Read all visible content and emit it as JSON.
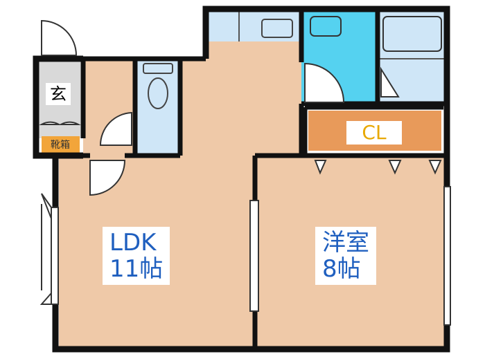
{
  "floorplan": {
    "rooms": {
      "ldk": {
        "name": "LDK",
        "size": "11帖"
      },
      "western": {
        "name": "洋室",
        "size": "8帖"
      },
      "closet": {
        "name": "CL"
      },
      "entrance": {
        "name": "玄"
      },
      "shoe_box": {
        "name": "靴箱"
      }
    },
    "colors": {
      "wall": "#111111",
      "floor": "#efc9a8",
      "wet_area": "#cfe6f7",
      "bath": "#55d2f0",
      "closet": "#e89a5a",
      "shoe_box": "#f2a53a",
      "text_blue": "#1f5fbf",
      "text_yellow": "#e8a800"
    }
  }
}
